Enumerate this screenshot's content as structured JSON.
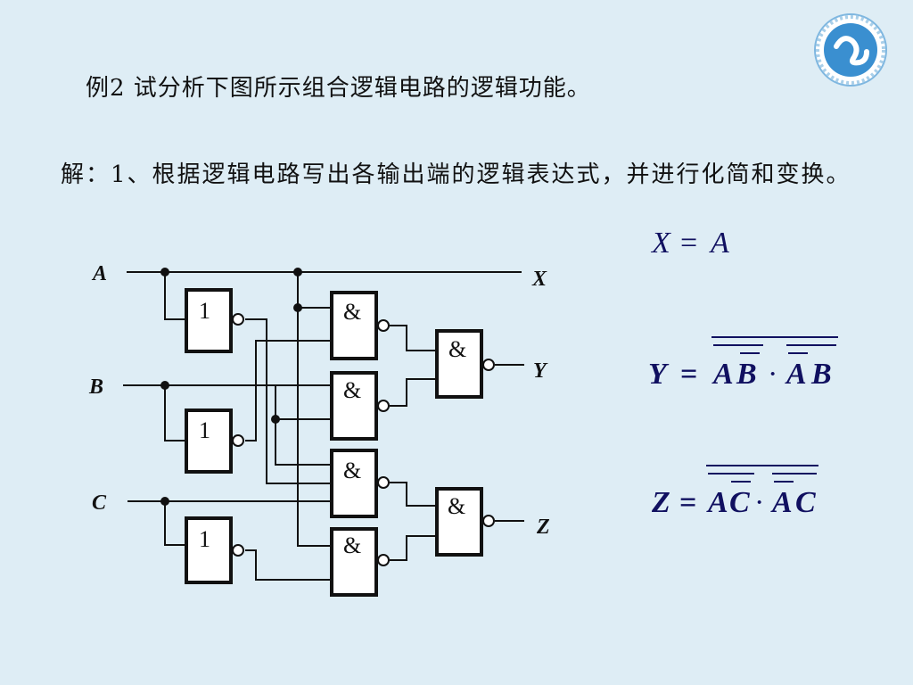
{
  "title": "例2  试分析下图所示组合逻辑电路的逻辑功能。",
  "solution": "解：1、根据逻辑电路写出各输出端的逻辑表达式，并进行化简和变换。",
  "inputs": {
    "a": "A",
    "b": "B",
    "c": "C"
  },
  "outputs": {
    "x": "X",
    "y": "Y",
    "z": "Z"
  },
  "gates": {
    "not_symbol": "1",
    "and_symbol": "&"
  },
  "equations": {
    "x": {
      "lhs": "X",
      "eq": "=",
      "rhs": "A"
    },
    "y": {
      "lhs": "Y",
      "eq": "=",
      "t1": "A",
      "t2": "B",
      "dot": "·",
      "t3": "A",
      "t4": "B"
    },
    "z": {
      "lhs": "Z",
      "eq": "=",
      "t1": "A",
      "t2": "C",
      "dot": "·",
      "t3": "A",
      "t4": "C"
    }
  },
  "colors": {
    "background": "#deedf5",
    "ink": "#111111",
    "equation": "#101060",
    "logo": "#3a8fd0"
  }
}
